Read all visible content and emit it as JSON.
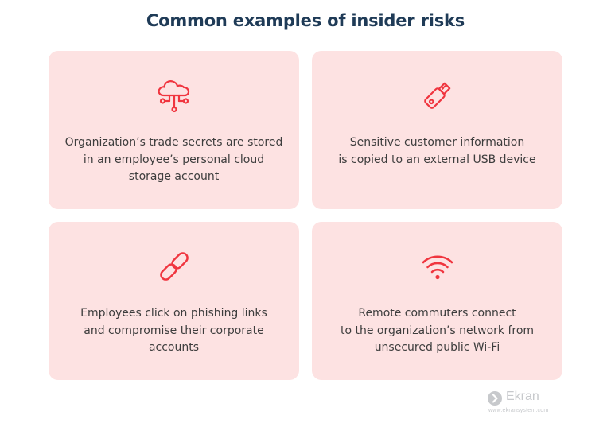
{
  "title": "Common examples of insider risks",
  "accent_color": "#f0353f",
  "card_color": "#fde2e2",
  "cards": [
    {
      "icon": "cloud-network-icon",
      "lines": [
        "Organization’s trade secrets are stored",
        "in an employee’s personal cloud",
        "storage account"
      ]
    },
    {
      "icon": "usb-drive-icon",
      "lines": [
        "Sensitive customer information",
        "is copied to an external USB device"
      ]
    },
    {
      "icon": "link-icon",
      "lines": [
        "Employees click on phishing links",
        "and compromise their corporate",
        "accounts"
      ]
    },
    {
      "icon": "wifi-icon",
      "lines": [
        "Remote commuters connect",
        "to the organization’s network from",
        "unsecured public Wi-Fi"
      ]
    }
  ],
  "brand": {
    "name": "Ekran",
    "url": "www.ekransystem.com",
    "icon": "ekran-logo-icon"
  }
}
